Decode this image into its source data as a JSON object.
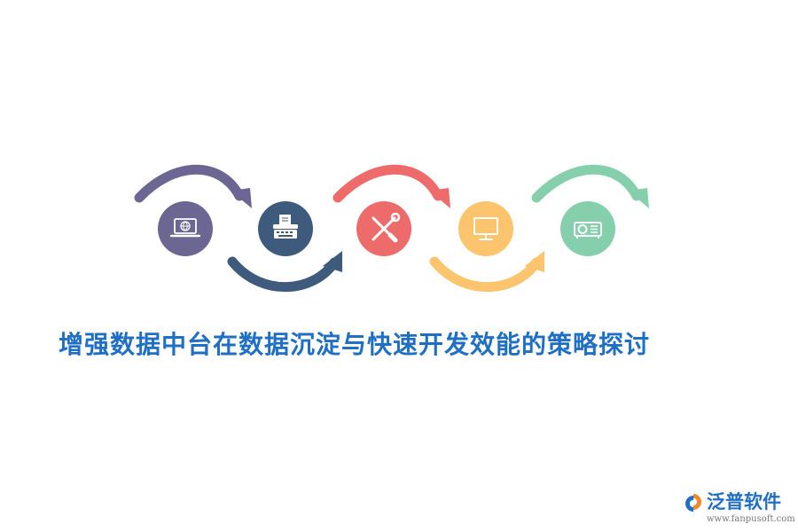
{
  "steps": [
    {
      "icon": "laptop-globe-icon",
      "color": "#6c6792"
    },
    {
      "icon": "typewriter-icon",
      "color": "#3e5a7c"
    },
    {
      "icon": "wrench-screwdriver-icon",
      "color": "#ee6b6b"
    },
    {
      "icon": "monitor-icon",
      "color": "#fbc46d"
    },
    {
      "icon": "projector-icon",
      "color": "#86cfac"
    }
  ],
  "headline": "增强数据中台在数据沉淀与快速开发效能的策略探讨",
  "brand": {
    "name": "泛普软件",
    "url": "www.fanpusoft.com",
    "color": "#1f6fc5"
  }
}
